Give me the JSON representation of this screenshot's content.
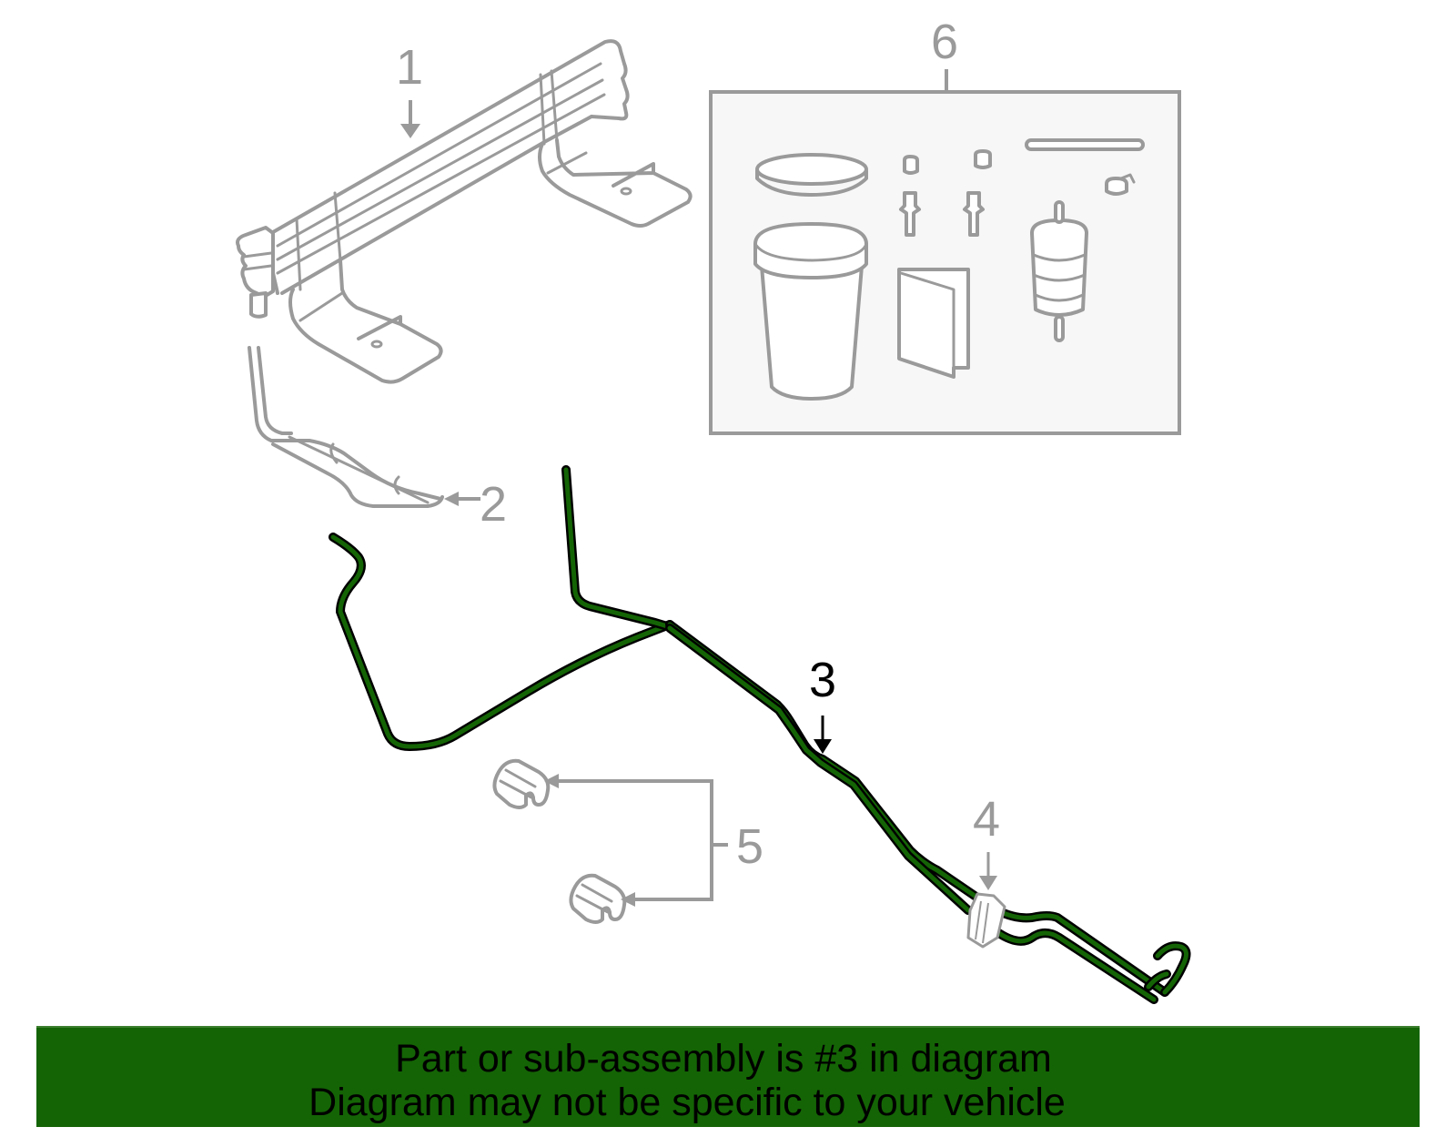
{
  "diagram": {
    "colors": {
      "highlight_green": "#146405",
      "outline_black": "#000000",
      "part_gray": "#9a9a9a",
      "kit_box_fill": "#f7f7f7",
      "background": "#ffffff"
    },
    "callouts": [
      {
        "id": "1",
        "label": "1",
        "part": "oil-cooler",
        "highlighted": false
      },
      {
        "id": "2",
        "label": "2",
        "part": "cooler-line",
        "highlighted": false
      },
      {
        "id": "3",
        "label": "3",
        "part": "cooler-tube-assembly",
        "highlighted": true
      },
      {
        "id": "4",
        "label": "4",
        "part": "tube-clip",
        "highlighted": false
      },
      {
        "id": "5",
        "label": "5",
        "part": "retainer-clips",
        "highlighted": false
      },
      {
        "id": "6",
        "label": "6",
        "part": "service-kit",
        "highlighted": false
      }
    ],
    "kit_contents": [
      "filter-cup",
      "filter-cap",
      "bolt-left",
      "bolt-right",
      "nut-left",
      "nut-right",
      "instruction-sheet",
      "inline-filter",
      "strap",
      "cap-small"
    ]
  },
  "banner": {
    "line1": "Part or sub-assembly is #3 in diagram",
    "line2": "Diagram may not be specific to your vehicle"
  }
}
